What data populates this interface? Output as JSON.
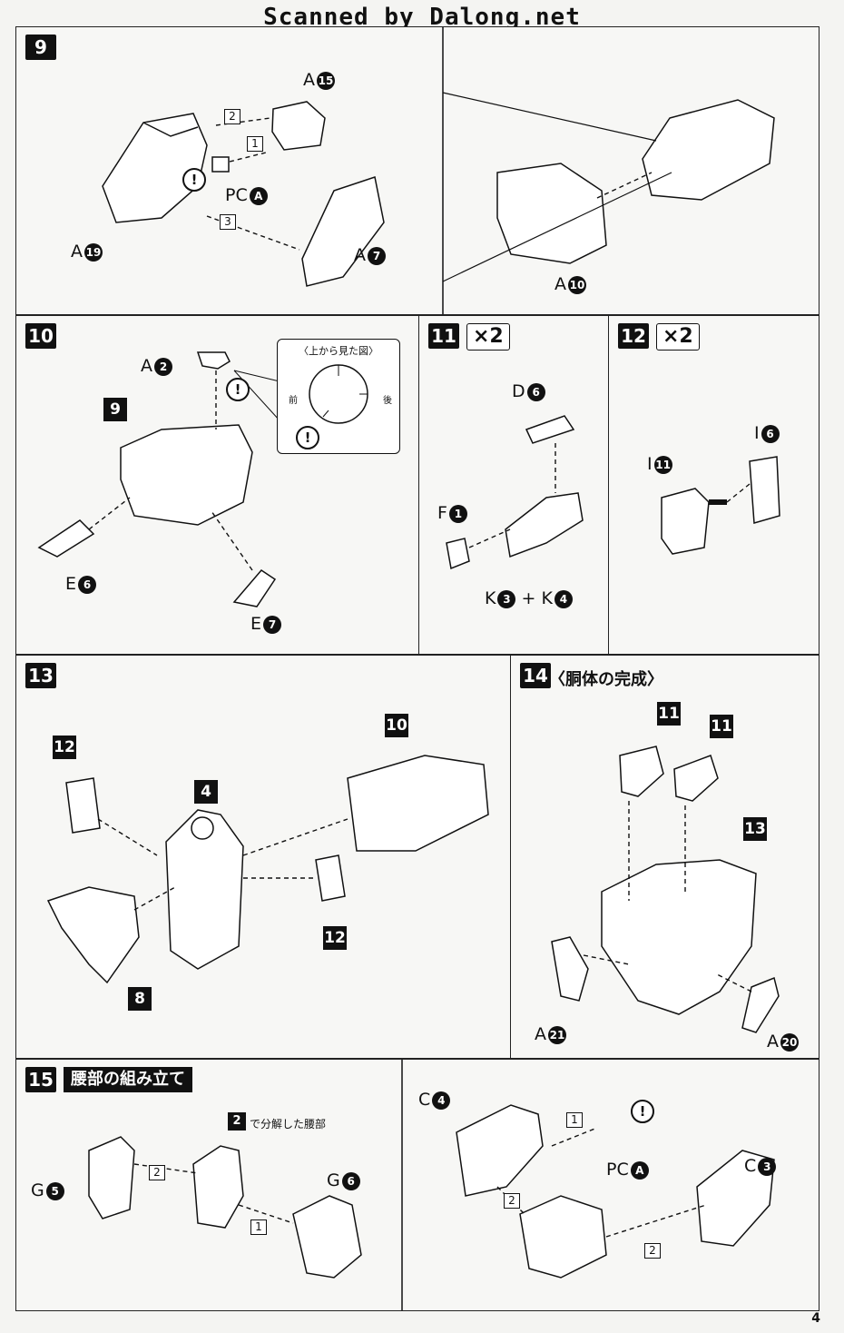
{
  "watermark": "Scanned by Dalong.net",
  "page_number": "4",
  "steps": {
    "s9": {
      "num": "9",
      "labels": {
        "a15": "A",
        "a15n": "15",
        "pca": "PC",
        "pcan": "A",
        "a19": "A",
        "a19n": "19",
        "a7": "A",
        "a7n": "7",
        "a10": "A",
        "a10n": "10"
      },
      "order": [
        "2",
        "1",
        "3"
      ]
    },
    "s10": {
      "num": "10",
      "ref": "9",
      "labels": {
        "a2": "A",
        "a2n": "2",
        "e6": "E",
        "e6n": "6",
        "e7": "E",
        "e7n": "7"
      },
      "topview": {
        "caption": "〈上から見た図〉",
        "front": "前",
        "back": "後"
      }
    },
    "s11": {
      "num": "11",
      "mult": "×2",
      "labels": {
        "d6": "D",
        "d6n": "6",
        "f1": "F",
        "f1n": "1",
        "k3": "K",
        "k3n": "3",
        "plus": "+",
        "k4": "K",
        "k4n": "4"
      }
    },
    "s12": {
      "num": "12",
      "mult": "×2",
      "labels": {
        "i6": "I",
        "i6n": "6",
        "i11": "I",
        "i11n": "11"
      }
    },
    "s13": {
      "num": "13",
      "refs": {
        "r12a": "12",
        "r4": "4",
        "r10": "10",
        "r12b": "12",
        "r8": "8"
      }
    },
    "s14": {
      "num": "14",
      "title": "〈胴体の完成〉",
      "refs": {
        "r11a": "11",
        "r11b": "11",
        "r13": "13"
      },
      "labels": {
        "a21": "A",
        "a21n": "21",
        "a20": "A",
        "a20n": "20"
      }
    },
    "s15": {
      "num": "15",
      "title": "腰部の組み立て",
      "note_ref": "2",
      "note": "で分解した腰部",
      "labels": {
        "g5": "G",
        "g5n": "5",
        "g6": "G",
        "g6n": "6",
        "c4": "C",
        "c4n": "4",
        "pca": "PC",
        "pcan": "A",
        "c3": "C",
        "c3n": "3"
      },
      "order": [
        "2",
        "1",
        "1",
        "2",
        "2"
      ]
    }
  },
  "warning_symbol": "!"
}
